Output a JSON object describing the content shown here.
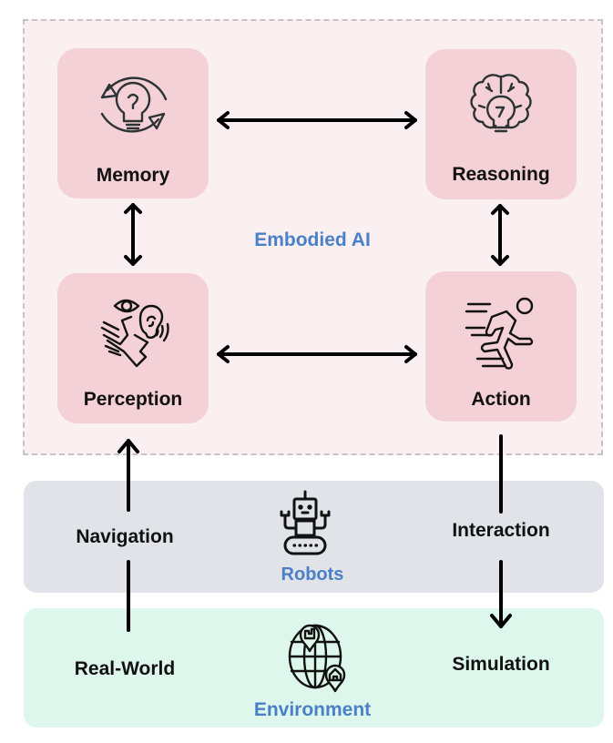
{
  "embodied_ai": {
    "title": "Embodied AI",
    "nodes": {
      "memory": {
        "label": "Memory",
        "icon": "lightbulb-cycle-icon"
      },
      "reasoning": {
        "label": "Reasoning",
        "icon": "brain-lightbulb-icon"
      },
      "perception": {
        "label": "Perception",
        "icon": "senses-eye-ear-hands-icon"
      },
      "action": {
        "label": "Action",
        "icon": "running-person-icon"
      }
    },
    "connections": [
      {
        "from": "Memory",
        "to": "Reasoning",
        "type": "bidirectional"
      },
      {
        "from": "Memory",
        "to": "Perception",
        "type": "bidirectional"
      },
      {
        "from": "Reasoning",
        "to": "Action",
        "type": "bidirectional"
      },
      {
        "from": "Perception",
        "to": "Action",
        "type": "bidirectional"
      }
    ]
  },
  "robots": {
    "label": "Robots",
    "icon": "robot-icon"
  },
  "environment": {
    "label": "Environment",
    "icon": "globe-location-icon"
  },
  "flows": {
    "left": {
      "top_label": "Navigation",
      "bottom_label": "Real-World",
      "direction": "up",
      "target": "Perception"
    },
    "right": {
      "top_label": "Interaction",
      "bottom_label": "Simulation",
      "direction": "down",
      "source": "Action"
    }
  },
  "colors": {
    "embodied_bg": "#fbf0f1",
    "node_bg": "#f4d1d6",
    "robots_bg": "#e1e3e8",
    "environment_bg": "#ddf7ec",
    "accent_blue": "#4a80c7",
    "arrow": "#000000"
  }
}
